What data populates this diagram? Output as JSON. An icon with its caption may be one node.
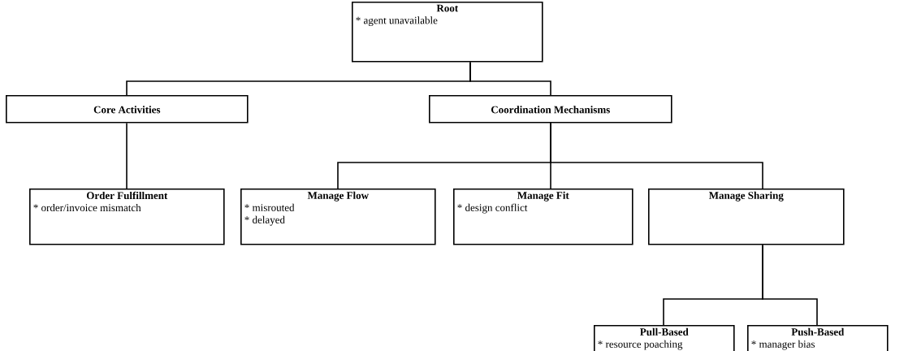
{
  "diagram": {
    "nodes": [
      {
        "text": [
          "Root",
          "* agent unavailable"
        ]
      },
      {
        "text": [
          "Core Activities"
        ]
      },
      {
        "text": [
          "Coordination Mechanisms"
        ]
      },
      {
        "text": [
          "Order Fulfillment",
          "* order/invoice mismatch"
        ]
      },
      {
        "text": [
          "Manage Flow",
          "* misrouted",
          "* delayed"
        ]
      },
      {
        "text": [
          "Manage Fit",
          "* design conflict"
        ]
      },
      {
        "text": [
          "Manage Sharing"
        ]
      },
      {
        "text": [
          "Pull-Based",
          "* resource poaching"
        ]
      },
      {
        "text": [
          "Push-Based",
          "* manager bias"
        ]
      }
    ],
    "edges": [
      {
        "from": 0,
        "to": 1,
        "arrow": "none"
      },
      {
        "from": 0,
        "to": 2,
        "arrow": "none"
      },
      {
        "from": 1,
        "to": 3,
        "arrow": "none"
      },
      {
        "from": 2,
        "to": 4,
        "arrow": "none"
      },
      {
        "from": 2,
        "to": 5,
        "arrow": "none"
      },
      {
        "from": 2,
        "to": 6,
        "arrow": "none"
      },
      {
        "from": 6,
        "to": 7,
        "arrow": "none"
      },
      {
        "from": 6,
        "to": 8,
        "arrow": "none"
      }
    ]
  }
}
